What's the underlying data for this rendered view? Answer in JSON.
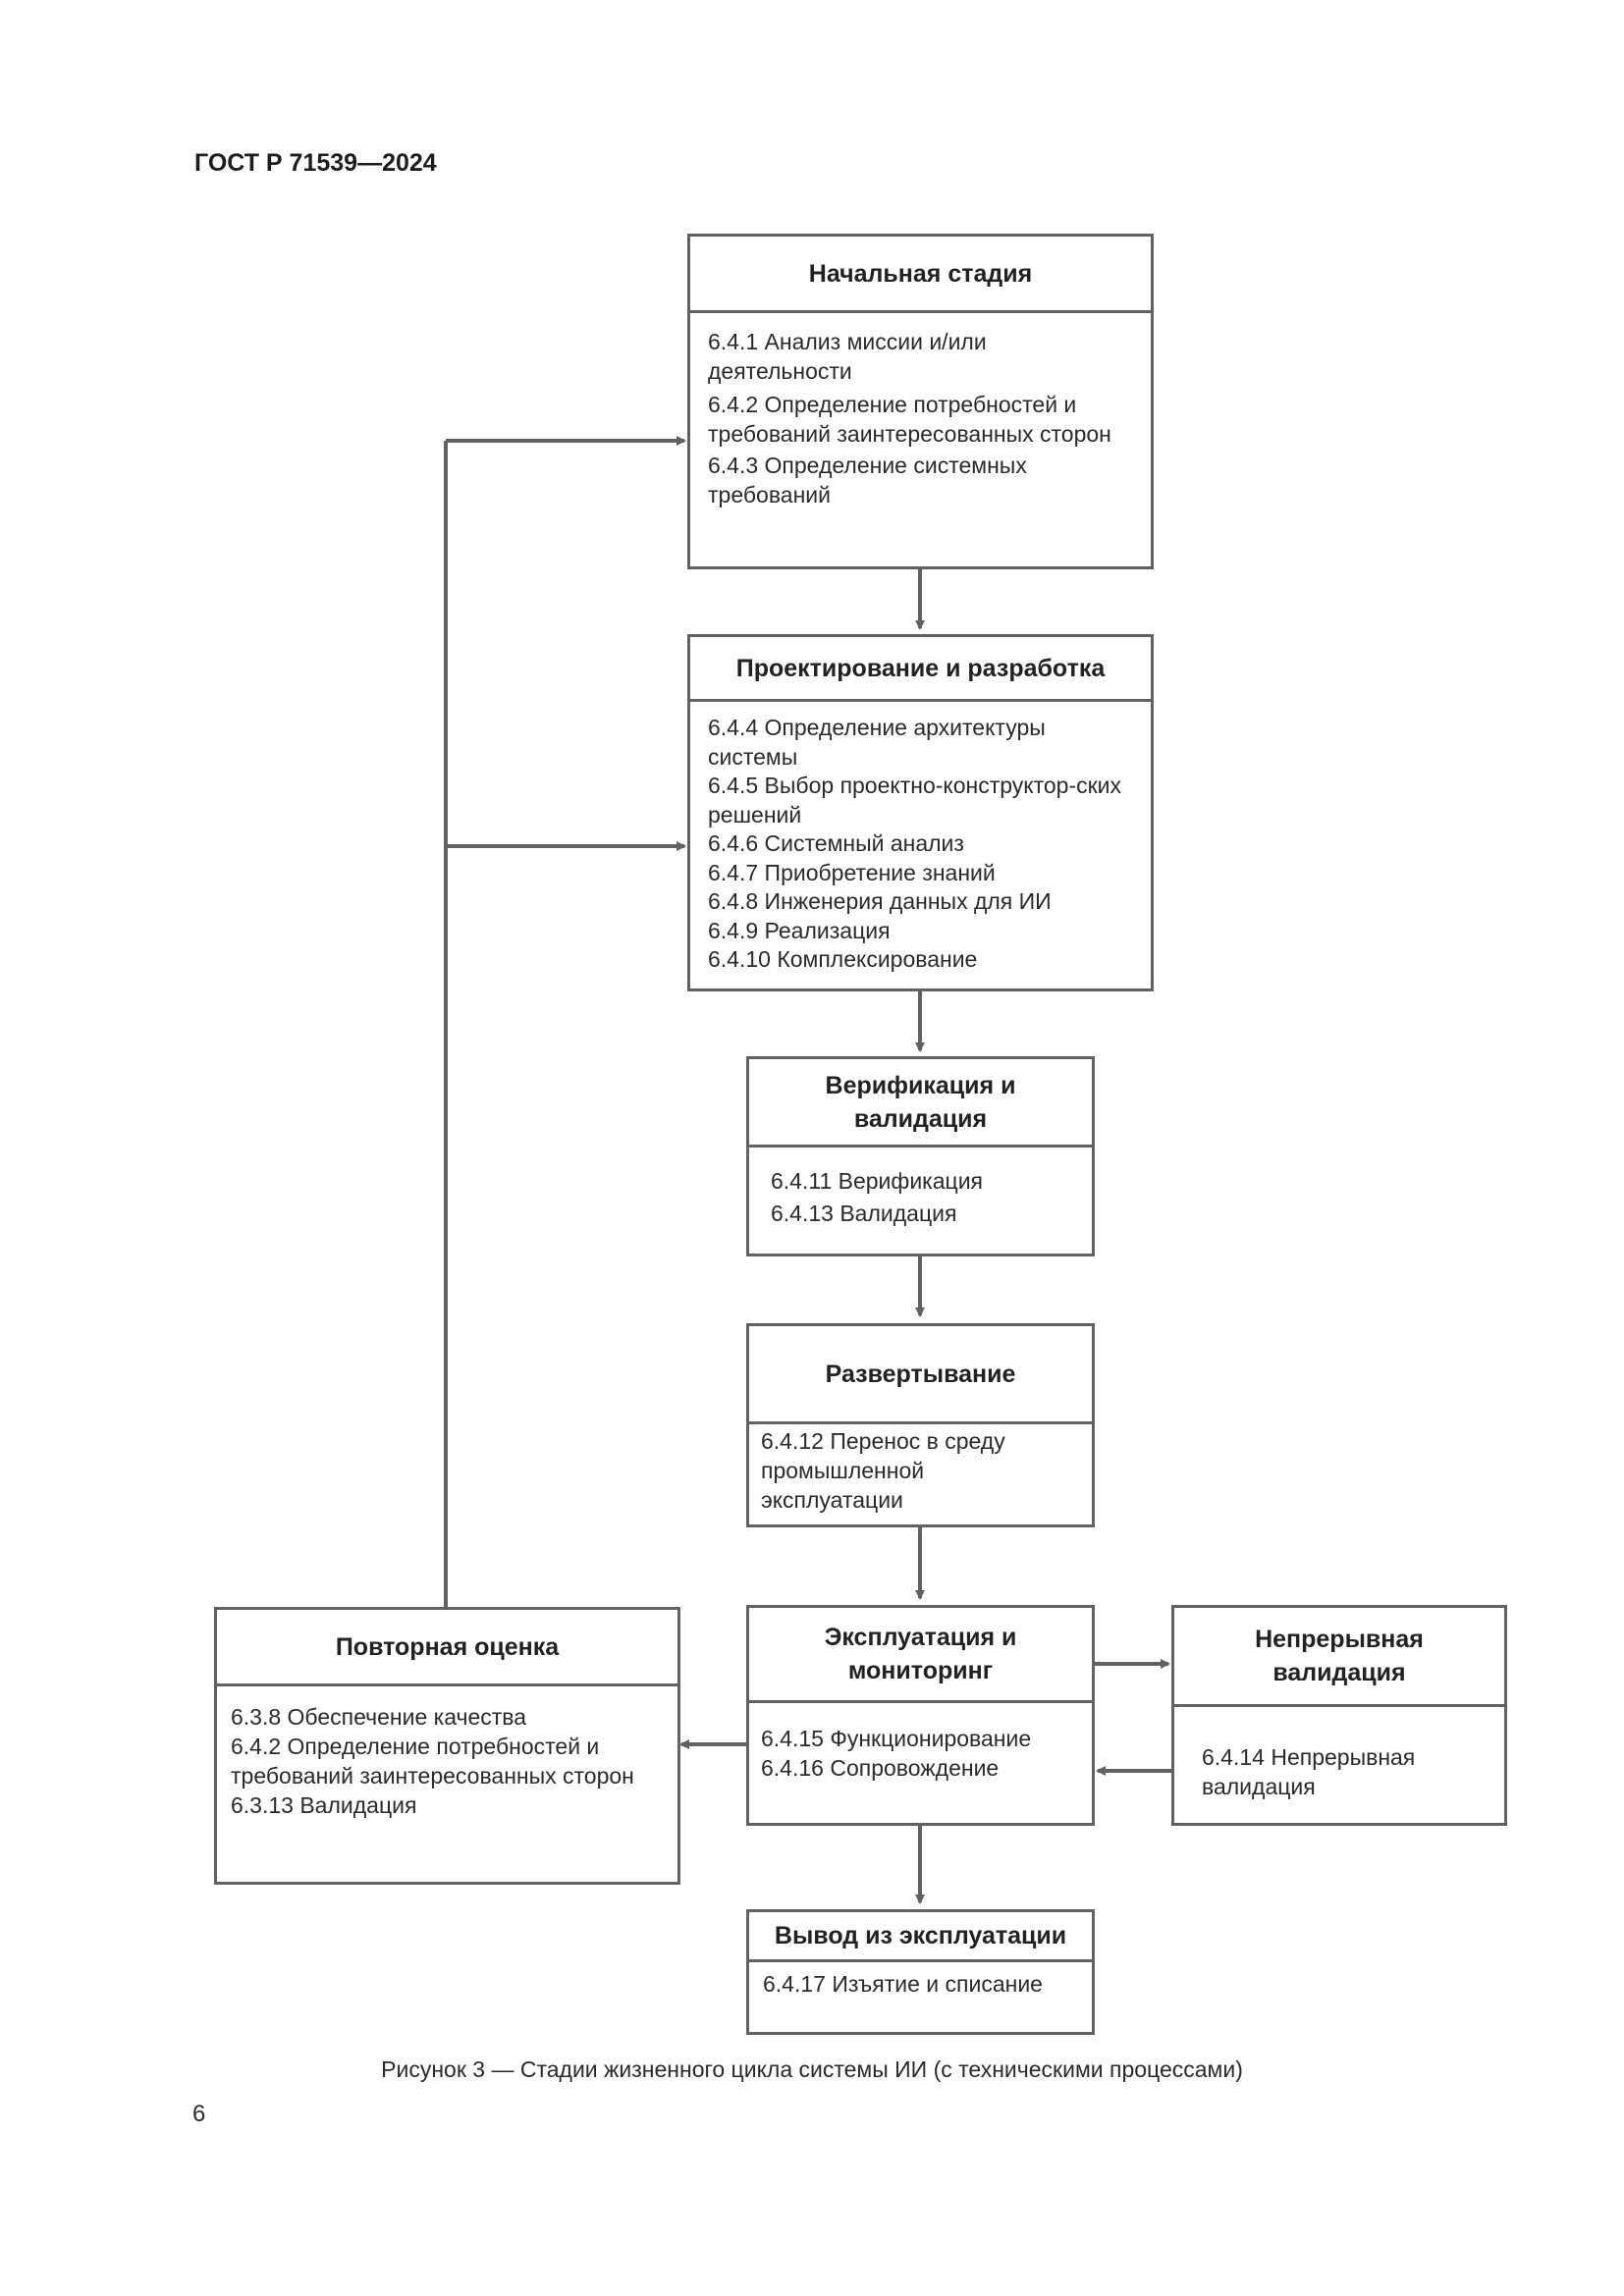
{
  "header": {
    "doc_id": "ГОСТ Р 71539—2024"
  },
  "diagram": {
    "stage_initial": {
      "title": "Начальная стадия",
      "items": [
        "6.4.1 Анализ миссии и/или деятельности",
        "6.4.2 Определение потребностей и требований заинтересованных сторон",
        "6.4.3 Определение системных требований"
      ]
    },
    "stage_design": {
      "title": "Проектирование и разработка",
      "items": [
        "6.4.4 Определение архитектуры системы",
        "6.4.5 Выбор проектно-конструктор-ских решений",
        "6.4.6 Системный анализ",
        "6.4.7 Приобретение знаний",
        "6.4.8 Инженерия данных для ИИ",
        "6.4.9 Реализация",
        "6.4.10 Комплексирование"
      ]
    },
    "stage_verification": {
      "title": "Верификация и валидация",
      "items": [
        "6.4.11 Верификация",
        "6.4.13 Валидация"
      ]
    },
    "stage_deployment": {
      "title": "Развертывание",
      "items": [
        "6.4.12 Перенос в среду промышленной эксплуатации"
      ]
    },
    "stage_operation": {
      "title": "Эксплуатация и мониторинг",
      "items": [
        "6.4.15 Функционирование",
        "6.4.16 Сопровождение"
      ]
    },
    "stage_continuous_validation": {
      "title": "Непрерывная валидация",
      "items": [
        "6.4.14 Непрерывная валидация"
      ]
    },
    "stage_reassessment": {
      "title": "Повторная оценка",
      "items": [
        "6.3.8 Обеспечение качества",
        "6.4.2 Определение потребностей и требований заинтересованных сторон",
        "6.3.13 Валидация"
      ]
    },
    "stage_retirement": {
      "title": "Вывод из эксплуатации",
      "items": [
        "6.4.17 Изъятие и списание"
      ]
    }
  },
  "caption": "Рисунок 3 — Стадии жизненного цикла системы ИИ (с техническими процессами)",
  "page_number": "6",
  "colors": {
    "line": "#616161",
    "text": "#262626"
  }
}
